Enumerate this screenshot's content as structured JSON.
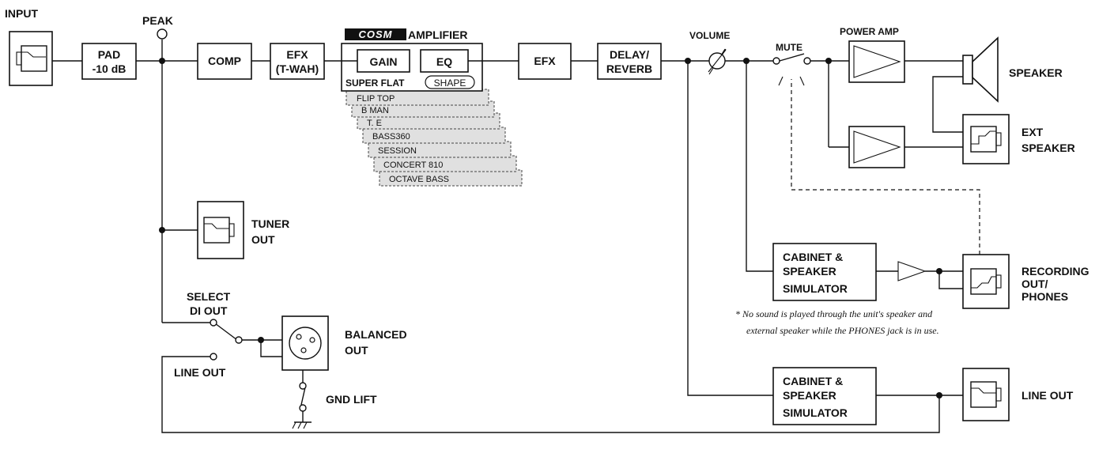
{
  "labels": {
    "input": "INPUT",
    "peak": "PEAK",
    "pad_1": "PAD",
    "pad_2": "-10 dB",
    "comp": "COMP",
    "efx1_1": "EFX",
    "efx1_2": "(T-WAH)",
    "cosm_logo": "COSM",
    "amplifier": "AMPLIFIER",
    "gain": "GAIN",
    "eq": "EQ",
    "super_flat": "SUPER FLAT",
    "shape": "SHAPE",
    "efx2": "EFX",
    "delay_1": "DELAY/",
    "delay_2": "REVERB",
    "volume": "VOLUME",
    "mute": "MUTE",
    "power_amp": "POWER AMP",
    "speaker": "SPEAKER",
    "ext_speaker_1": "EXT",
    "ext_speaker_2": "SPEAKER",
    "tuner_out_1": "TUNER",
    "tuner_out_2": "OUT",
    "select_di_1": "SELECT",
    "select_di_2": "DI OUT",
    "line_out_left": "LINE OUT",
    "balanced_out_1": "BALANCED",
    "balanced_out_2": "OUT",
    "gnd_lift": "GND LIFT",
    "cab1_1": "CABINET &",
    "cab1_2": "SPEAKER",
    "cab1_3": "SIMULATOR",
    "cab2_1": "CABINET &",
    "cab2_2": "SPEAKER",
    "cab2_3": "SIMULATOR",
    "recording_1": "RECORDING",
    "recording_2": "OUT/",
    "recording_3": "PHONES",
    "line_out_right": "LINE OUT",
    "note_1": "* No sound is played through the unit's speaker and",
    "note_2": "external speaker while the PHONES jack is in use."
  },
  "amp_types": [
    "FLIP TOP",
    "B MAN",
    "T. E",
    "BASS360",
    "SESSION",
    "CONCERT 810",
    "OCTAVE BASS"
  ]
}
